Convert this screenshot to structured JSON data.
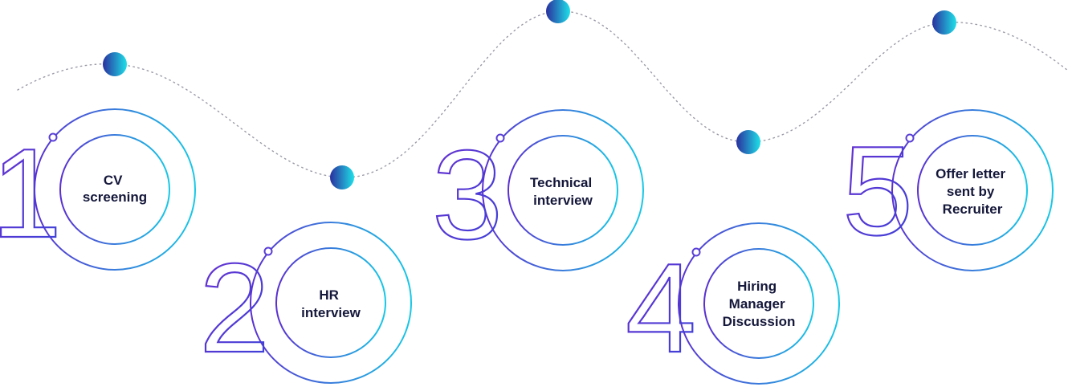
{
  "diagram": {
    "steps": [
      {
        "number": "1",
        "label_lines": [
          "CV",
          "screening"
        ]
      },
      {
        "number": "2",
        "label_lines": [
          "HR",
          "interview"
        ]
      },
      {
        "number": "3",
        "label_lines": [
          "Technical",
          "interview"
        ]
      },
      {
        "number": "4",
        "label_lines": [
          "Hiring",
          "Manager",
          "Discussion"
        ]
      },
      {
        "number": "5",
        "label_lines": [
          "Offer letter",
          "sent by",
          "Recruiter"
        ]
      }
    ],
    "colors": {
      "gradient_start": "#5a2fd1",
      "gradient_end": "#17c8e6",
      "dot_start": "#2a2f9e",
      "dot_end": "#1ee0e8",
      "path": "#9a9aa8",
      "text": "#14173a"
    }
  }
}
